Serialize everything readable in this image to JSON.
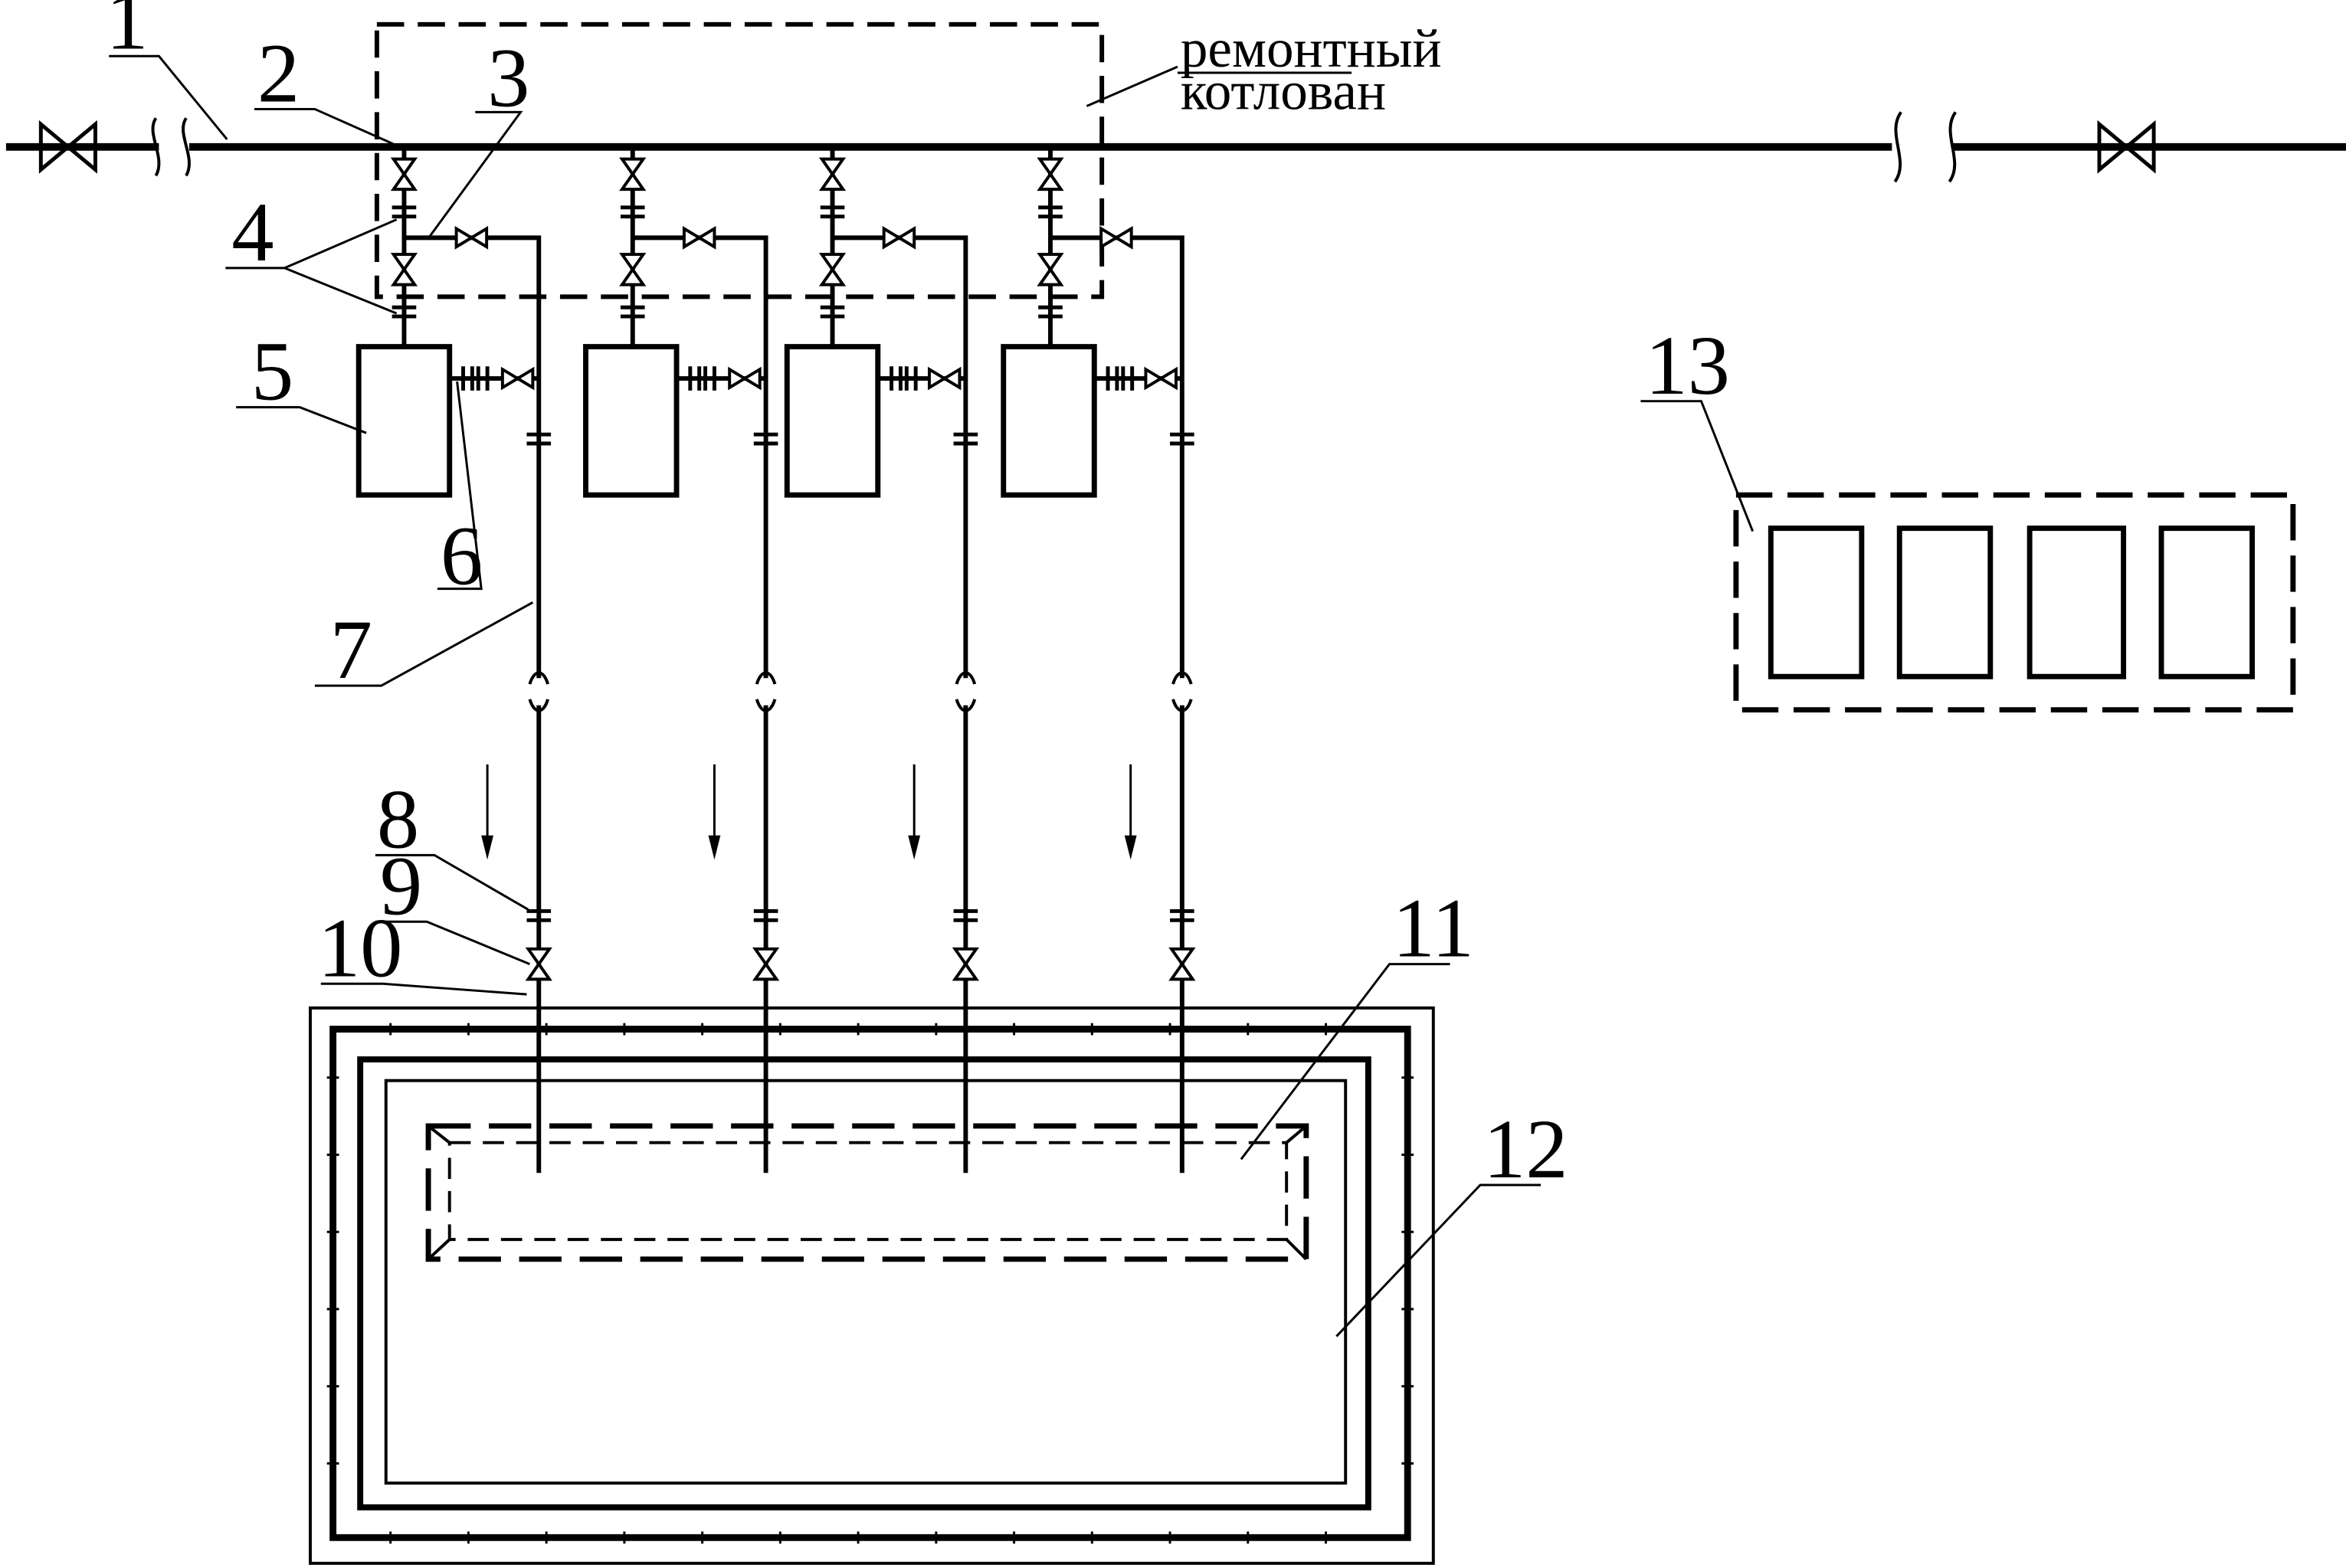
{
  "diagram": {
    "caption": {
      "line1": "ремонтный",
      "line2": "котлован"
    },
    "labels": [
      "1",
      "2",
      "3",
      "4",
      "5",
      "6",
      "7",
      "8",
      "9",
      "10",
      "11",
      "12",
      "13"
    ],
    "flow_direction": "down",
    "line_color": "#000000",
    "background": "#ffffff"
  }
}
